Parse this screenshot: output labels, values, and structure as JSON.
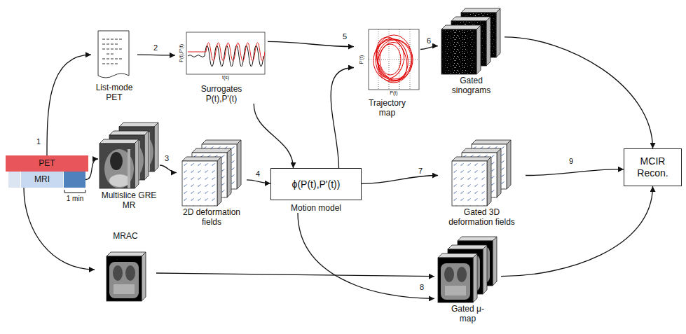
{
  "diagram": {
    "nodes": [
      {
        "text": [
          "PET"
        ]
      },
      {
        "text": [
          "MRI"
        ]
      },
      {
        "text": [
          "List-mode PET"
        ]
      },
      {
        "text": [
          "Surrogates P(t),P'(t)"
        ]
      },
      {
        "text": [
          "Trajectory map"
        ]
      },
      {
        "text": [
          "Gated sinograms"
        ]
      },
      {
        "text": [
          "Multislice GRE MR"
        ]
      },
      {
        "text": [
          "2D deformation fields"
        ]
      },
      {
        "text": [
          "ϕ(P(t),P'(t))",
          "Motion model"
        ]
      },
      {
        "text": [
          "Gated 3D deformation fields"
        ]
      },
      {
        "text": [
          "MCIR Recon."
        ]
      },
      {
        "text": [
          "MRAC"
        ]
      },
      {
        "text": [
          "Gated μ-map"
        ]
      }
    ],
    "edges": [
      {
        "from": 0,
        "to": 2,
        "arrow": "to"
      },
      {
        "from": 2,
        "to": 3,
        "arrow": "to"
      },
      {
        "from": 3,
        "to": 4,
        "arrow": "to"
      },
      {
        "from": 3,
        "to": 8,
        "arrow": "to"
      },
      {
        "from": 8,
        "to": 4,
        "arrow": "to"
      },
      {
        "from": 4,
        "to": 5,
        "arrow": "to"
      },
      {
        "from": 1,
        "to": 6,
        "arrow": "to"
      },
      {
        "from": 1,
        "to": 11,
        "arrow": "to"
      },
      {
        "from": 6,
        "to": 7,
        "arrow": "to"
      },
      {
        "from": 7,
        "to": 8,
        "arrow": "to"
      },
      {
        "from": 8,
        "to": 9,
        "arrow": "to"
      },
      {
        "from": 11,
        "to": 12,
        "arrow": "to"
      },
      {
        "from": 8,
        "to": 12,
        "arrow": "to"
      },
      {
        "from": 5,
        "to": 10,
        "arrow": "to"
      },
      {
        "from": 9,
        "to": 10,
        "arrow": "to"
      },
      {
        "from": 12,
        "to": 10,
        "arrow": "to"
      }
    ],
    "labels": [
      "1",
      "1 min",
      "P(t),P'(t)",
      "t(s)",
      "2",
      "5",
      "P'(t)",
      "P(t)",
      "6",
      "3",
      "4",
      "7",
      "9",
      "8"
    ]
  }
}
